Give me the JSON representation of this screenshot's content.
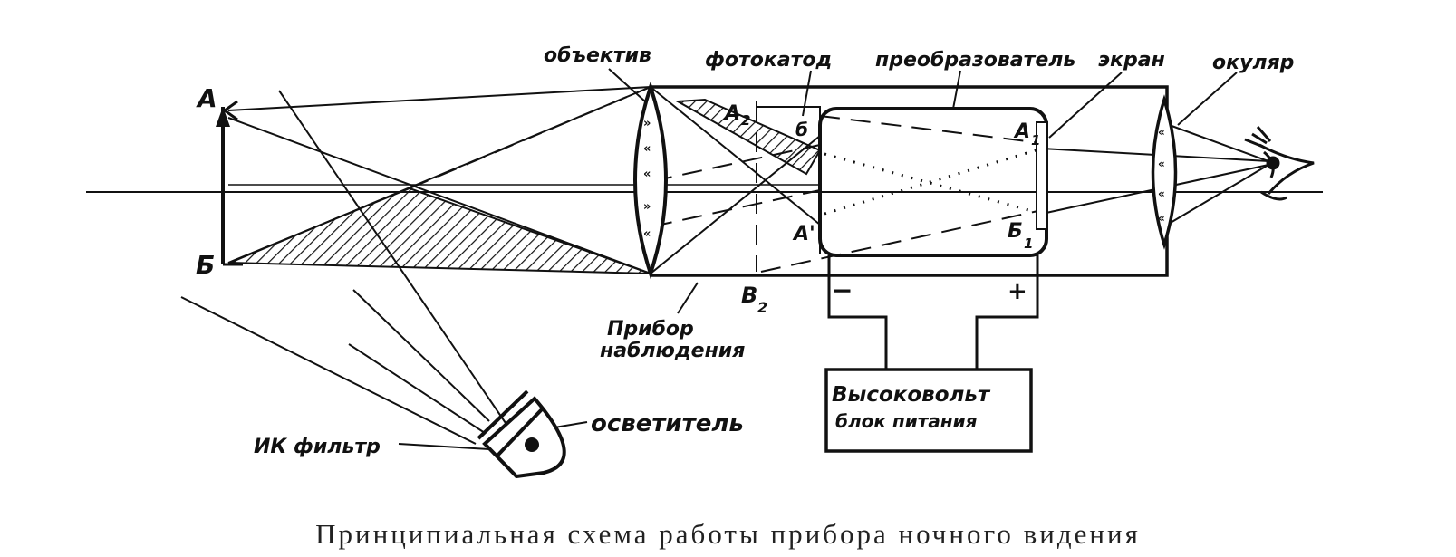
{
  "labels": {
    "point_a": "А",
    "point_b": "Б",
    "objective": "объектив",
    "photocathode": "фотокатод",
    "converter": "преобразователь",
    "screen": "экран",
    "eyepiece": "окуляр",
    "a2": "А",
    "a2_sub": "2",
    "b2": "В",
    "b2_sub": "2",
    "b_small": "б",
    "a_prime": "А'",
    "a1": "А",
    "a1_sub": "1",
    "b1": "Б",
    "b1_sub": "1",
    "observation_device_line1": "Прибор",
    "observation_device_line2": "наблюдения",
    "minus": "−",
    "plus": "+",
    "power_unit_line1": "Высоковольт",
    "power_unit_line2": "блок питания",
    "ir_filter": "ИК фильтр",
    "illuminator": "осветитель"
  },
  "caption": "Принципиальная схема работы прибора ночного видения",
  "colors": {
    "ink": "#111111",
    "paper": "#ffffff"
  }
}
